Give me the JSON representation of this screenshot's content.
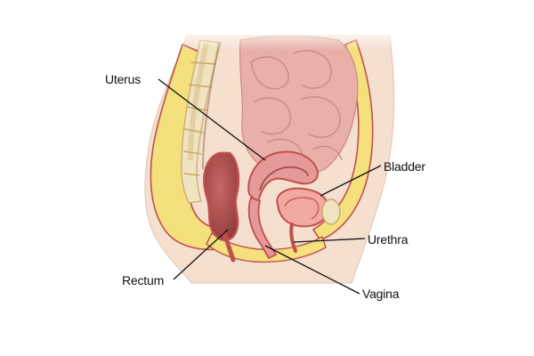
{
  "labels": {
    "uterus": "Uterus",
    "bladder": "Bladder",
    "urethra": "Urethra",
    "rectum": "Rectum",
    "vagina": "Vagina"
  },
  "colors": {
    "skin": "#f3dccb",
    "fat": "#f4e07c",
    "organ_pink": "#e59a9a",
    "organ_dark": "#a84a4a",
    "outline": "#c0504d",
    "bone": "#efe3c0"
  }
}
